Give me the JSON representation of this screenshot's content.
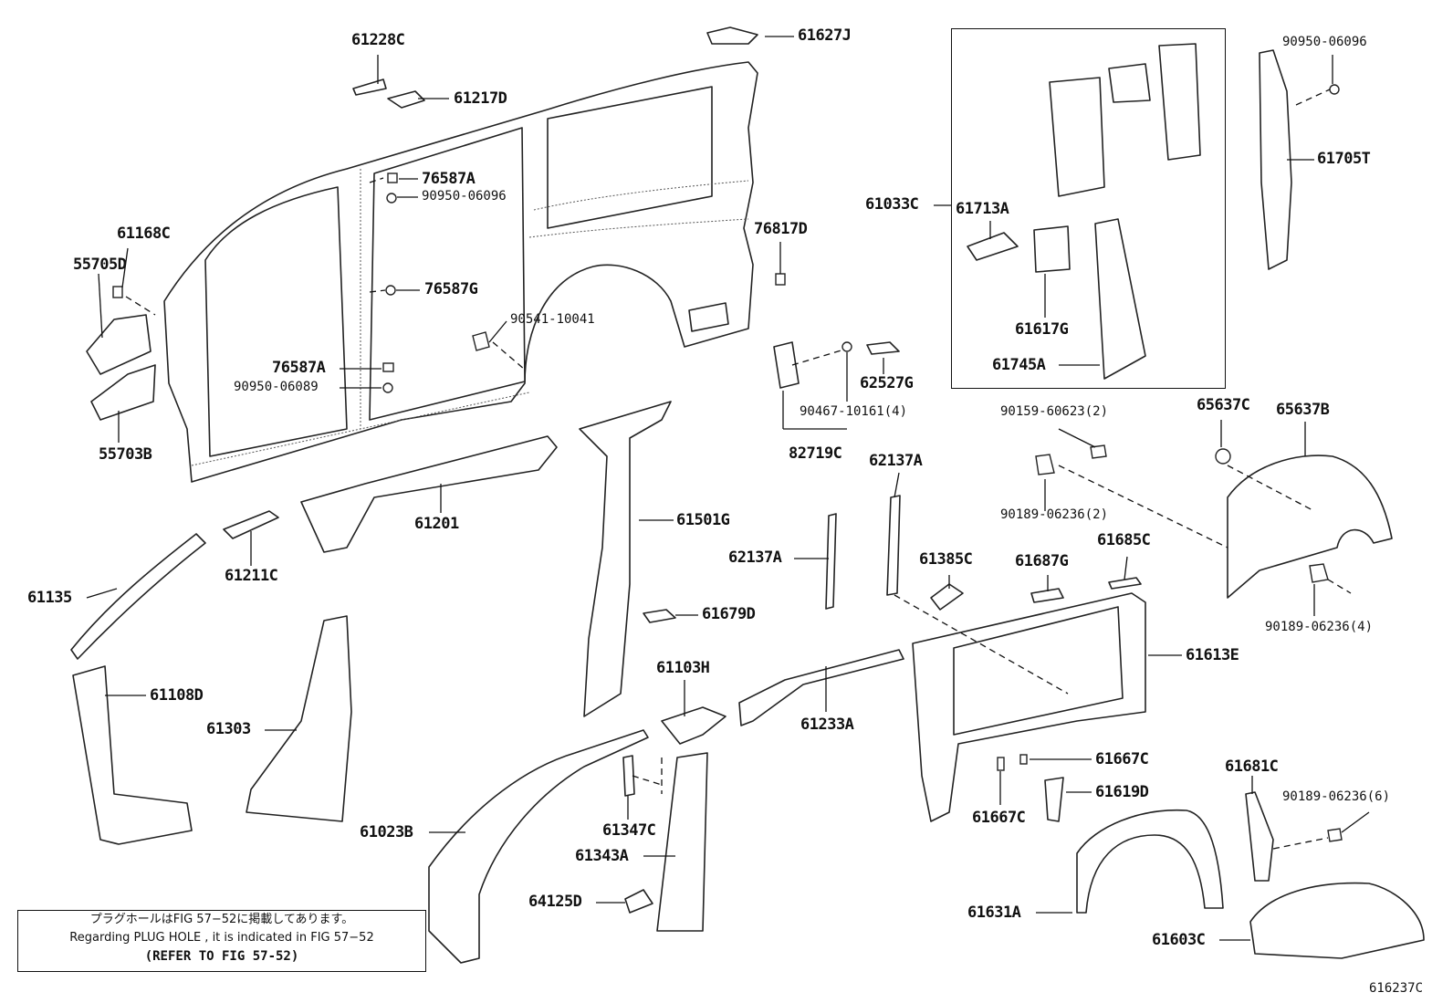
{
  "diagram": {
    "reference": "616237C",
    "note": {
      "line1": "プラグホールはFIG 57−52に掲載してあります。",
      "line2": "Regarding PLUG HOLE , it is indicated in FIG 57−52",
      "line3": "(REFER TO FIG 57-52)"
    },
    "parts": [
      "61228C",
      "61627J",
      "61217D",
      "90950-06096",
      "76587A",
      "90950-06096",
      "61168C",
      "55705D",
      "76587G",
      "76817D",
      "90541-10041",
      "76587A",
      "90950-06089",
      "55703B",
      "62527G",
      "90467-10161(4)",
      "82719C",
      "61033C",
      "61713A",
      "61617G",
      "61745A",
      "61705T",
      "65637C",
      "65637B",
      "90159-60623(2)",
      "62137A",
      "90189-06236(2)",
      "61201",
      "61211C",
      "61501G",
      "61135",
      "62137A",
      "61385C",
      "61687G",
      "61685C",
      "90189-06236(4)",
      "61679D",
      "61613E",
      "61108D",
      "61103H",
      "61303",
      "61233A",
      "61667C",
      "61619D",
      "61681C",
      "61667C",
      "90189-06236(6)",
      "61347C",
      "61023B",
      "61343A",
      "64125D",
      "61631A",
      "61603C"
    ]
  }
}
